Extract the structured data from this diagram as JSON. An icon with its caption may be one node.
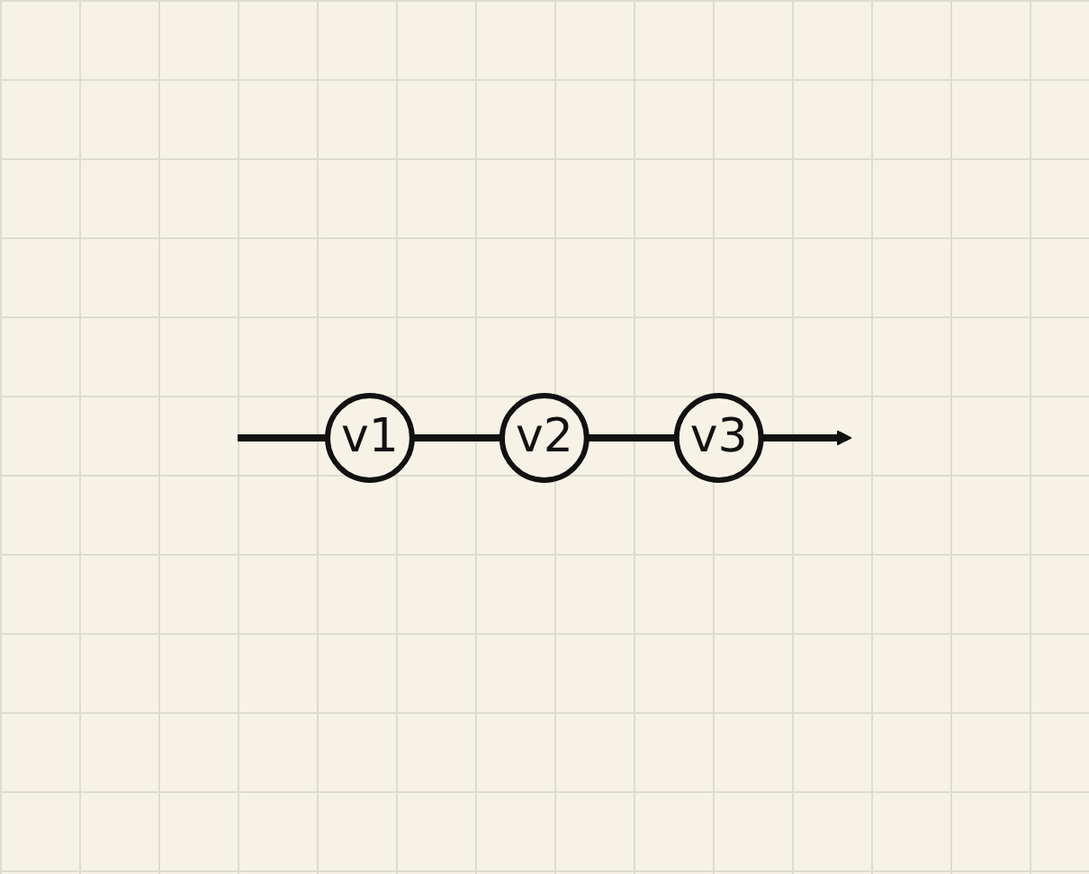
{
  "diagram": {
    "nodes": [
      {
        "text": [
          "v1"
        ]
      },
      {
        "text": [
          "v2"
        ]
      },
      {
        "text": [
          "v3"
        ]
      }
    ],
    "edges": [
      {
        "from": null,
        "to": 0,
        "arrow": "none"
      },
      {
        "from": 0,
        "to": 1,
        "arrow": "none"
      },
      {
        "from": 1,
        "to": 2,
        "arrow": "none"
      },
      {
        "from": 2,
        "to": null,
        "arrow": "to"
      }
    ]
  }
}
